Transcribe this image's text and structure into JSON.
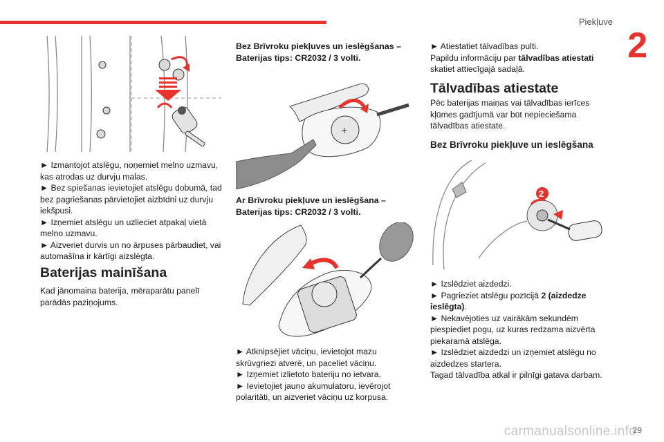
{
  "header": {
    "section_title": "Piekļuve",
    "chapter_number": "2",
    "page_number": "29",
    "watermark": "carmanualsonline.info"
  },
  "col1": {
    "bullets": [
      "► Izmantojot atslēgu, noņemiet melno uzmavu, kas atrodas uz durvju malas.",
      "► Bez spiešanas ievietojiet atslēgu dobumā, tad bez pagriešanas pārvietojiet aizbīdni uz durvju iekšpusi.",
      "► Izņemiet atslēgu un uzlieciet atpakaļ vietā melno uzmavu.",
      "► Aizveriet durvis un no ārpuses pārbaudiet, vai automašīna ir kārtīgi aizslēgta."
    ],
    "heading": "Baterijas mainīšana",
    "para": "Kad jānomaina baterija, mēraparātu panelī parādās paziņojums."
  },
  "col2": {
    "sub1": "Bez Brīvroku piekļuves un ieslēgšanas – Baterijas tips: CR2032 / 3 volti.",
    "sub2": "Ar Brīvroku piekļuve un ieslēgšana – Baterijas tips: CR2032 / 3 volti.",
    "bullets": [
      "► Atknipsējiet vāciņu, ievietojot mazu skrūvgriezi atverē, un paceliet vāciņu.",
      "► Izņemiet izlietoto bateriju no ietvara.",
      "► Ievietojiet jauno akumulatoru, ievērojot polaritāti, un aizveriet vāciņu uz korpusa."
    ]
  },
  "col3": {
    "intro_line1": "► Atiestatiet tālvadības pulti.",
    "intro_line2_pre": "Papildu informāciju par ",
    "intro_line2_bold": "tālvadības atiestati",
    "intro_line3": "skatiet attiecīgajā sadaļā.",
    "heading": "Tālvadības atiestate",
    "para": "Pēc baterijas maiņas vai tālvadības ierīces kļūmes gadījumā var būt nepieciešama tālvadības atiestate.",
    "subheading": "Bez Brīvroku piekļuve un ieslēgšana",
    "figure_label": "2",
    "b1": "► Izslēdziet aizdedzi.",
    "b2_pre": "► Pagrieziet atslēgu pozīcijā ",
    "b2_bold": "2 (aizdedze ieslēgta)",
    "b2_post": ".",
    "b3": "► Nekavējoties uz vairākām sekundēm piespiediet pogu, uz kuras redzama aizvērta piekaramā atslēga.",
    "b4": "► Izslēdziet aizdedzi un izņemiet atslēgu no aizdedzes startera.",
    "outro": "Tagad tālvadība atkal ir pilnīgi gatava darbam."
  }
}
